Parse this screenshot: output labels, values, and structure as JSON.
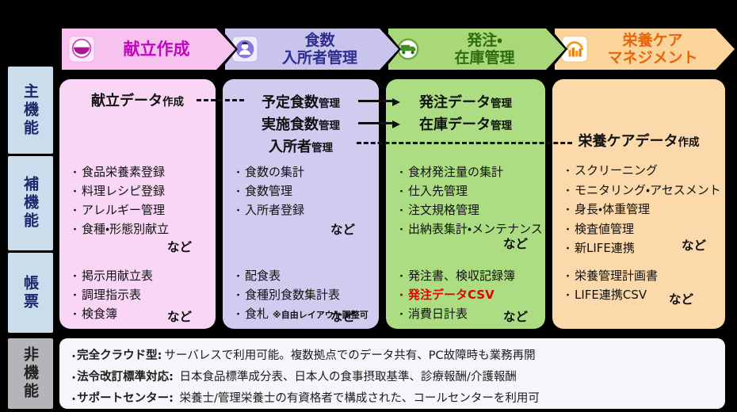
{
  "labels": {
    "bullet": "・",
    "etc": "など"
  },
  "colors": {
    "accent-pink": "#c105c1",
    "accent-purple": "#2e2e8f",
    "accent-green": "#2f6d0c",
    "accent-orange": "#e8650a",
    "header-pink": "#f7c3ee",
    "header-purple": "#c8c4ec",
    "header-green": "#a9d87b",
    "header-orange": "#fbd49c",
    "body-pink": "#f9d6f5",
    "body-purple": "#cfccf0",
    "body-green": "#addd83",
    "body-orange": "#fcd9aa",
    "sidebar-blue": "#c9dded",
    "sidebar-gray": "#b5b4b9",
    "sidebar-text": "#1b2a6b",
    "highlight-red": "#dd0505",
    "footer-bg": "#f7f5f9"
  },
  "sidebar": {
    "rows": [
      {
        "label": "主機能"
      },
      {
        "label": "補機能"
      },
      {
        "label": "帳票"
      },
      {
        "label": "非機能"
      }
    ]
  },
  "columns": [
    {
      "header_lines": [
        "献立作成"
      ],
      "icon": "rice-bowl-icon",
      "main": [
        {
          "text": "献立データ",
          "suffix": "作成"
        }
      ],
      "sub_items": [
        "食品栄養素登録",
        "料理レシピ登録",
        "アレルギー管理",
        "食種・形態別献立"
      ],
      "report_items": [
        {
          "text": "掲示用献立表"
        },
        {
          "text": "調理指示表"
        },
        {
          "text": "検食簿"
        }
      ]
    },
    {
      "header_lines": [
        "食数",
        "入所者管理"
      ],
      "icon": "person-icon",
      "main": [
        {
          "text": "予定食数",
          "suffix": "管理"
        },
        {
          "text": "実施食数",
          "suffix": "管理"
        },
        {
          "text": "入所者",
          "suffix": "管理"
        }
      ],
      "sub_items": [
        "食数の集計",
        "食数管理",
        "入所者登録"
      ],
      "report_items": [
        {
          "text": "配食表"
        },
        {
          "text": "食種別食数集計表"
        },
        {
          "text": "食札",
          "note": "※自由レイアウト調整可"
        }
      ]
    },
    {
      "header_lines": [
        "発注・",
        "在庫管理"
      ],
      "icon": "truck-icon",
      "main": [
        {
          "text": "発注データ",
          "suffix": "管理"
        },
        {
          "text": "在庫データ",
          "suffix": "管理"
        }
      ],
      "sub_items": [
        "食材発注量の集計",
        "仕入先管理",
        "注文規格管理",
        "出納表集計・メンテナンス"
      ],
      "report_items": [
        {
          "text": "発注書、検収記録簿"
        },
        {
          "text": "発注データCSV",
          "highlight": true
        },
        {
          "text": "消費日計表"
        }
      ]
    },
    {
      "header_lines": [
        "栄養ケア",
        "マネジメント"
      ],
      "icon": "bar-chart-icon",
      "main": [
        {
          "text": "栄養ケアデータ",
          "suffix": "作成"
        }
      ],
      "sub_items": [
        "スクリーニング",
        "モニタリング・アセスメント",
        "身長・体重管理",
        "検査値管理",
        "新LIFE連携"
      ],
      "report_items": [
        {
          "text": "栄養管理計画書"
        },
        {
          "text": "LIFE連携CSV"
        }
      ]
    }
  ],
  "footer": {
    "items": [
      {
        "label": "完全クラウド型:",
        "text": "サーバレスで利用可能。複数拠点でのデータ共有、PC故障時も業務再開"
      },
      {
        "label": "法令改訂標準対応:",
        "text": " 日本食品標準成分表、日本人の食事摂取基準、診療報酬/介護報酬"
      },
      {
        "label": "サポートセンター:",
        "text": " 栄養士/管理栄養士の有資格者で構成された、コールセンターを利用可"
      }
    ]
  }
}
